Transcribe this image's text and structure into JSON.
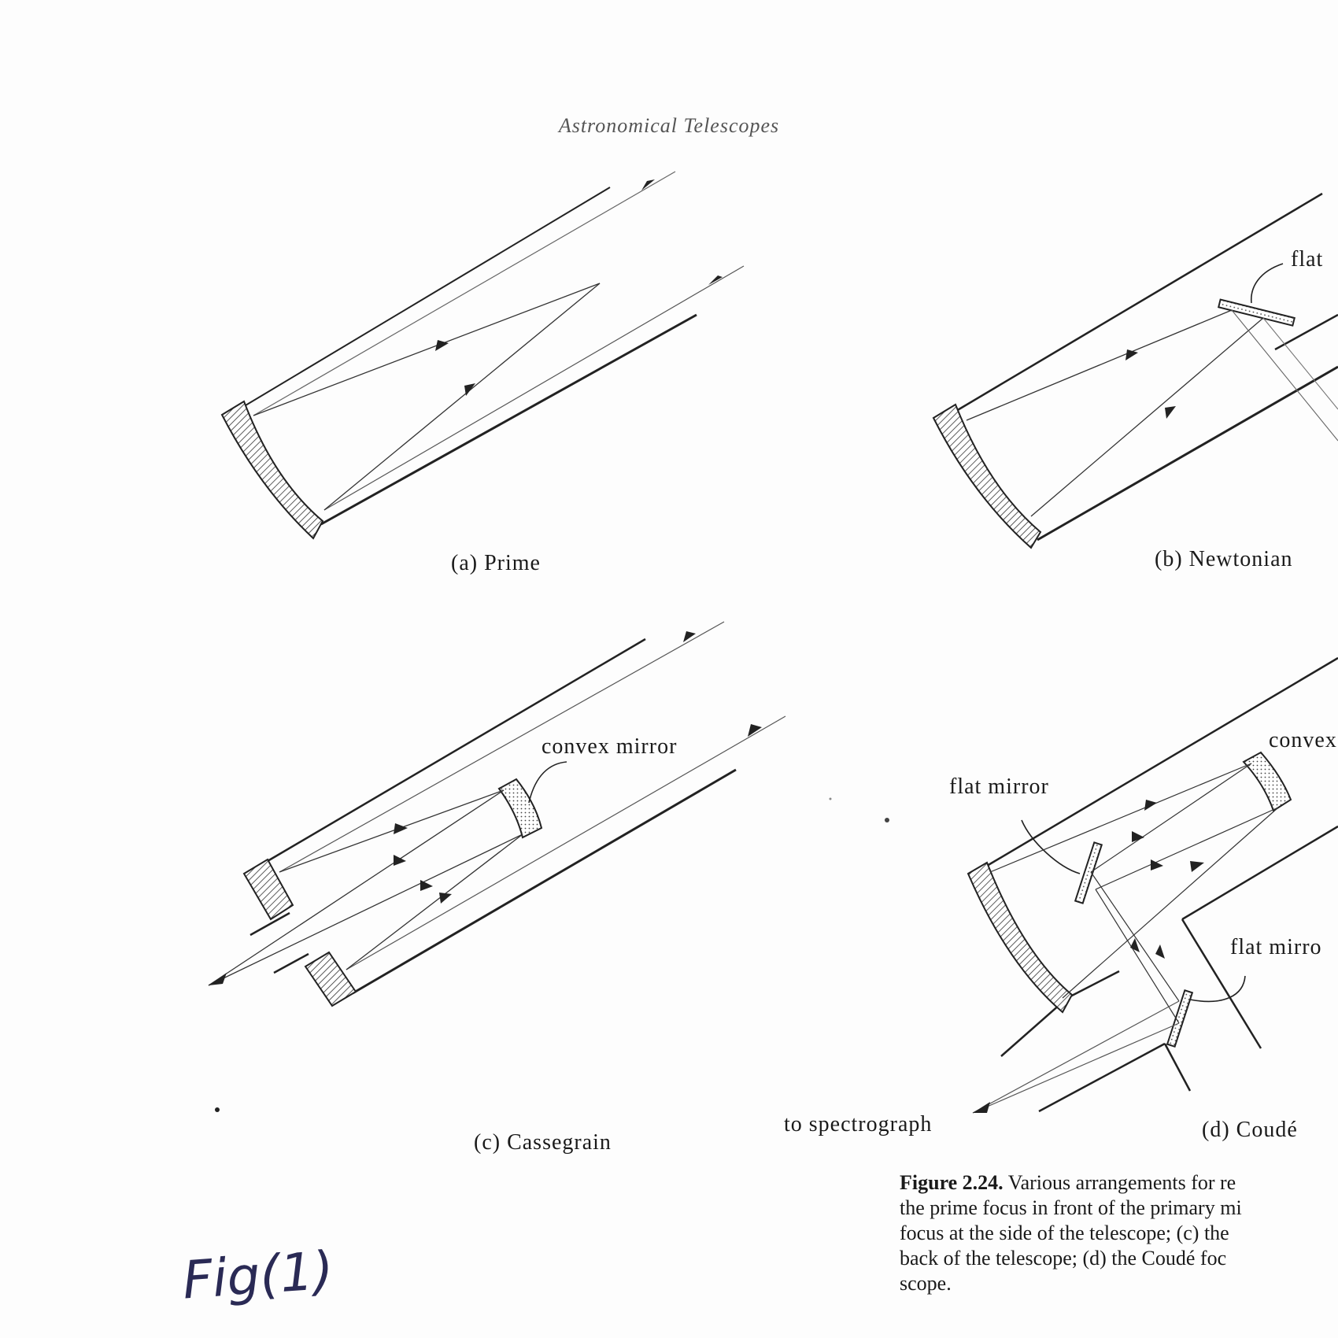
{
  "running_head": "Astronomical Telescopes",
  "panels": {
    "a": {
      "subcaption": "(a) Prime"
    },
    "b": {
      "subcaption": "(b) Newtonian",
      "callouts": {
        "flat": "flat"
      }
    },
    "c": {
      "subcaption": "(c) Cassegrain",
      "callouts": {
        "convex": "convex mirror"
      }
    },
    "d": {
      "subcaption": "(d) Coudé",
      "callouts": {
        "convex": "convex",
        "flat_top": "flat mirror",
        "flat_right": "flat mirro",
        "spectrograph": "to spectrograph"
      }
    }
  },
  "caption": {
    "fig_no": "Figure 2.24.",
    "line1_rest": " Various arrangements for re",
    "line2": "the prime focus in front of the primary mi",
    "line3": "focus at the side of the telescope; (c) the",
    "line4": "back of the telescope; (d) the Coudé foc",
    "line5": "scope."
  },
  "handwritten_note": "Fig(1)",
  "colors": {
    "ink": "#1a1a1a",
    "ray": "#444444",
    "pencil": "#2a2a55"
  }
}
